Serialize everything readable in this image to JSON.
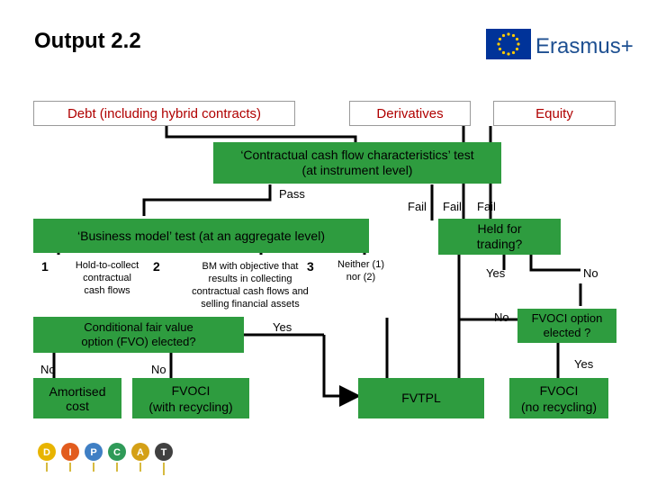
{
  "title": "Output 2.2",
  "logo": {
    "text": "Erasmus+",
    "icon": "eu-flag-icon"
  },
  "instruments": {
    "debt": "Debt (including hybrid contracts)",
    "derivatives": "Derivatives",
    "equity": "Equity"
  },
  "sppi_test": {
    "line1": "‘Contractual cash flow characteristics’ test",
    "line2": "(at instrument level)"
  },
  "labels": {
    "pass": "Pass",
    "fail1": "Fail",
    "fail2": "Fail",
    "fail3": "Fail",
    "yes_held": "Yes",
    "no_held": "No",
    "no_fvoci": "No",
    "yes_fvoci": "Yes",
    "yes_fvo": "Yes",
    "no_left": "No",
    "no_mid": "No"
  },
  "business_model": {
    "label": "‘Business model’ test (at an aggregate level)"
  },
  "held_for_trading": {
    "line1": "Held for",
    "line2": "trading?"
  },
  "models": {
    "m1_num": "1",
    "m1_line1": "Hold-to-collect",
    "m1_line2": "contractual",
    "m1_line3": "cash flows",
    "m2_num": "2",
    "m2_line1": "BM with objective that",
    "m2_line2": "results in collecting",
    "m2_line3": "contractual cash flows and",
    "m2_line4": "selling financial assets",
    "m3_num": "3",
    "m3_line1": "Neither (1)",
    "m3_line2": "nor (2)"
  },
  "fvo": {
    "line1": "Conditional fair value",
    "line2": "option (FVO) elected?"
  },
  "fvoci_option": {
    "line1": "FVOCI option",
    "line2": "elected ?"
  },
  "outcomes": {
    "amortised_line1": "Amortised",
    "amortised_line2": "cost",
    "fvoci_rec_line1": "FVOCI",
    "fvoci_rec_line2": "(with recycling)",
    "fvtpl": "FVTPL",
    "fvoci_norec_line1": "FVOCI",
    "fvoci_norec_line2": "(no recycling)"
  },
  "partner_logo": {
    "letters": [
      "D",
      "I",
      "P",
      "C",
      "A",
      "T"
    ],
    "icon": "dipcat-gears-icon"
  },
  "colors": {
    "green": "#2e9c3f",
    "red_text": "#b00000",
    "logo_blue": "#1d4f91",
    "eu_blue": "#003399",
    "eu_gold": "#ffcc00"
  }
}
